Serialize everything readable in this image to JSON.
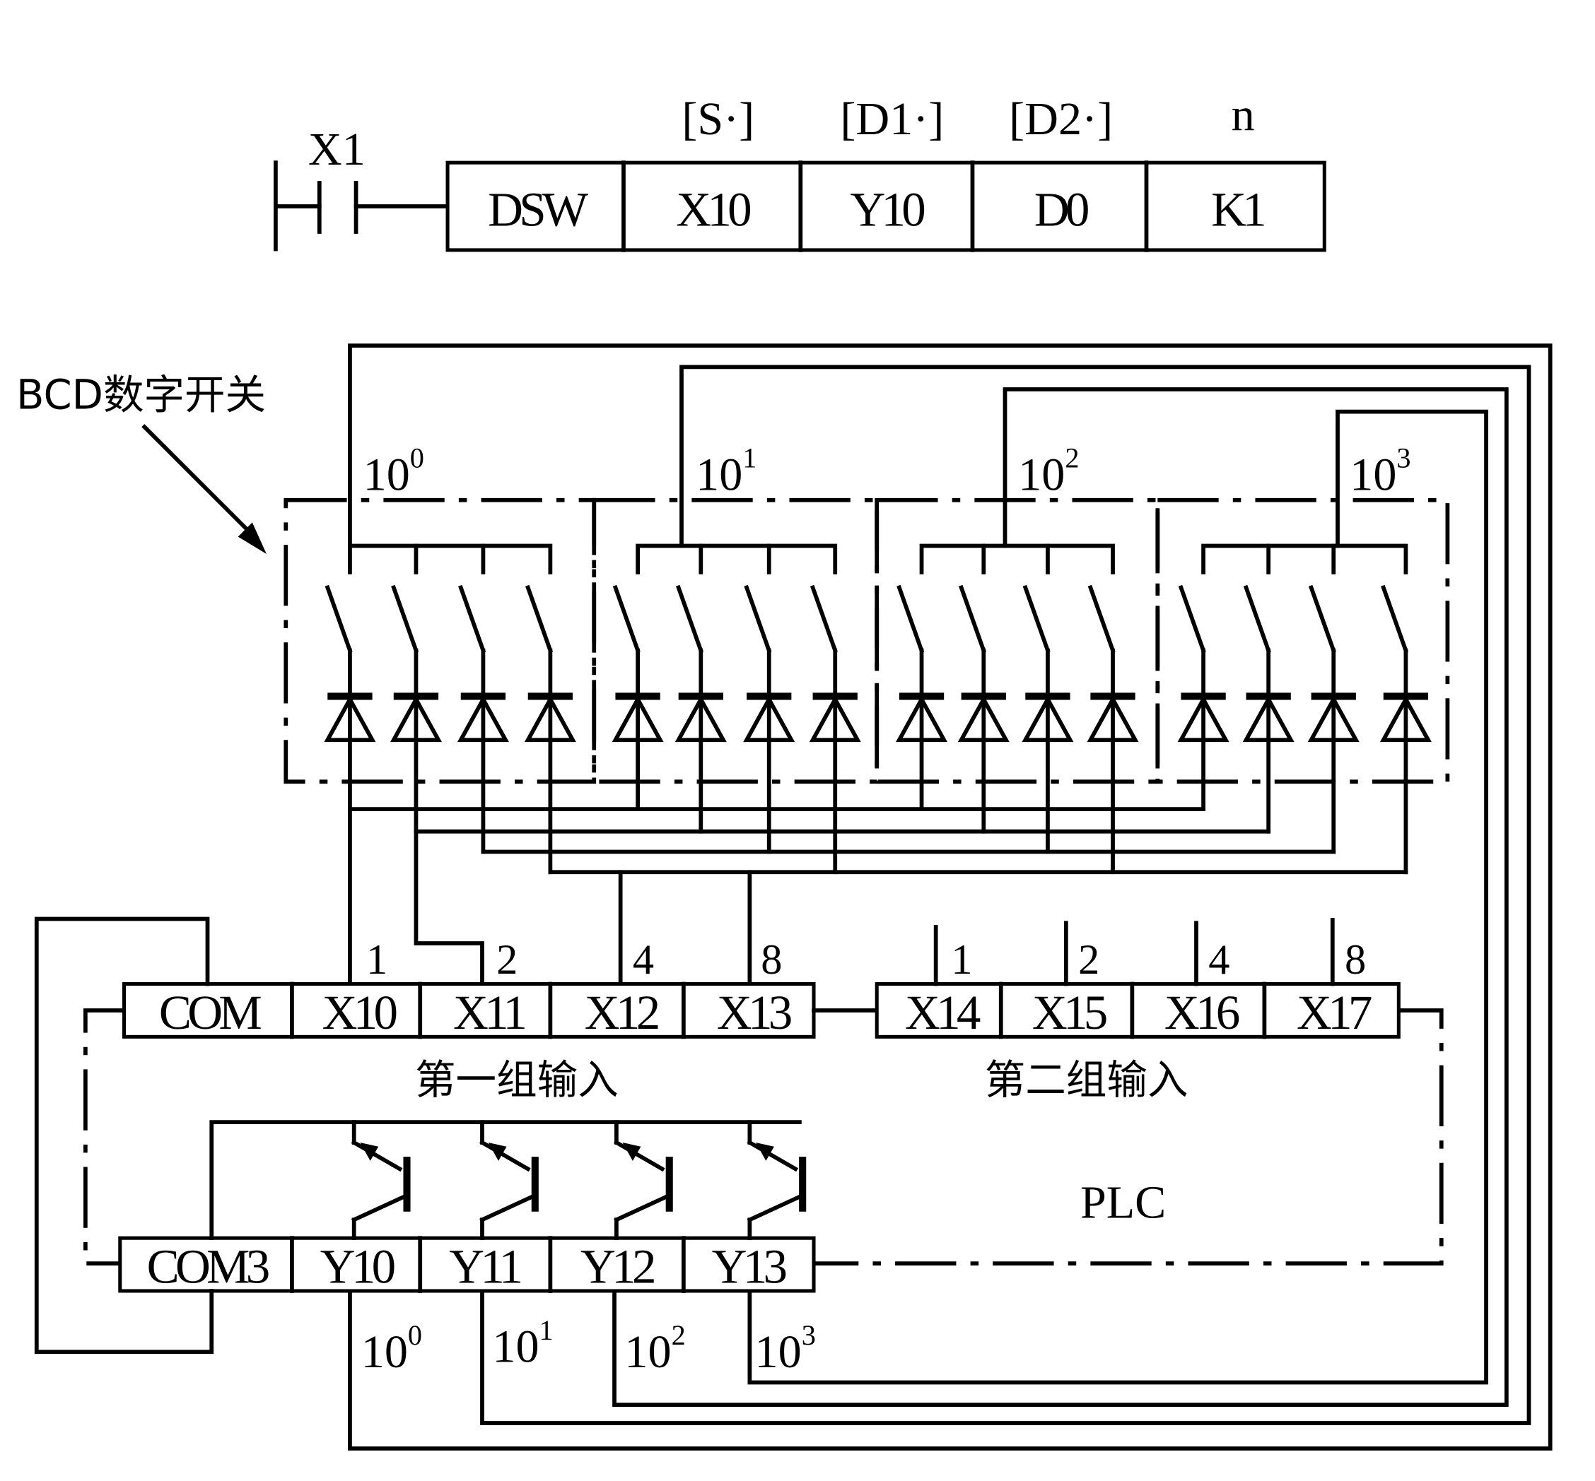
{
  "ladder": {
    "contact_label": "X1",
    "operand_headers": [
      "[S·]",
      "[D1·]",
      "[D2·]",
      "n"
    ],
    "instruction_cells": [
      "DSW",
      "X10",
      "Y10",
      "D0",
      "K1"
    ]
  },
  "bcd_switch": {
    "label": "BCD数字开关",
    "digit_labels": [
      {
        "base": "10",
        "exp": "0"
      },
      {
        "base": "10",
        "exp": "1"
      },
      {
        "base": "10",
        "exp": "2"
      },
      {
        "base": "10",
        "exp": "3"
      }
    ]
  },
  "plc": {
    "label": "PLC",
    "input_group1": {
      "caption": "第一组输入",
      "terminals": [
        "COM",
        "X10",
        "X11",
        "X12",
        "X13"
      ],
      "bit_weights": [
        "1",
        "2",
        "4",
        "8"
      ]
    },
    "input_group2": {
      "caption": "第二组输入",
      "terminals": [
        "X14",
        "X15",
        "X16",
        "X17"
      ],
      "bit_weights": [
        "1",
        "2",
        "4",
        "8"
      ]
    },
    "outputs": {
      "terminals": [
        "COM3",
        "Y10",
        "Y11",
        "Y12",
        "Y13"
      ],
      "digit_labels": [
        {
          "base": "10",
          "exp": "0"
        },
        {
          "base": "10",
          "exp": "1"
        },
        {
          "base": "10",
          "exp": "2"
        },
        {
          "base": "10",
          "exp": "3"
        }
      ]
    }
  }
}
